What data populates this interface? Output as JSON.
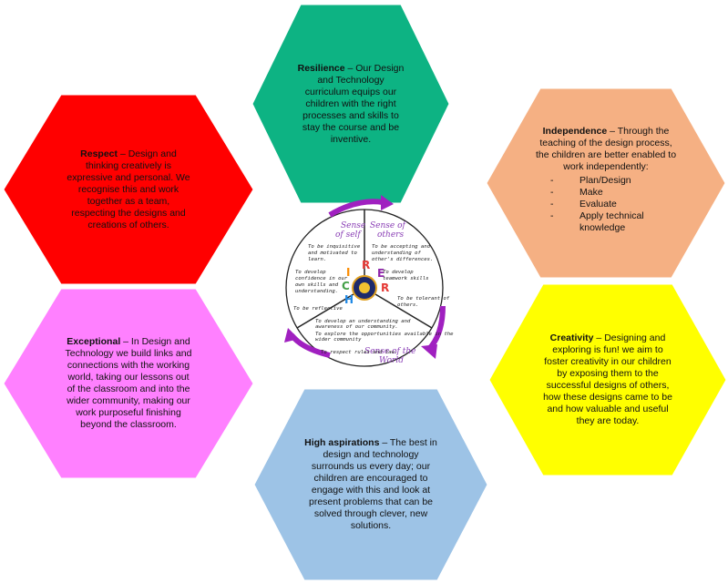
{
  "hexagons": {
    "resilience": {
      "title": "Resilience",
      "body": " – Our Design and Technology curriculum equips our children with the right processes and skills to stay the course and be inventive.",
      "color": "#0db383"
    },
    "respect": {
      "title": "Respect",
      "body": " – Design and thinking creatively is expressive and personal. We recognise this and work together as a team, respecting the designs and creations of others.",
      "color": "#ff0000"
    },
    "independence": {
      "title": "Independence",
      "body": " – Through the teaching of the design process, the children are better enabled to work independently:",
      "list": [
        "Plan/Design",
        "Make",
        "Evaluate",
        "Apply technical knowledge"
      ],
      "dash": "-",
      "color": "#f5b083"
    },
    "exceptional": {
      "title": "Exceptional",
      "body": " – In Design and Technology we build links and connections with the working world, taking our lessons out of the classroom and into the wider community, making our work purposeful finishing beyond the classroom.",
      "color": "#ff80ff"
    },
    "creativity": {
      "title": "Creativity",
      "body": " – Designing and exploring is fun! we aim to foster creativity in our children by exposing them to the successful designs of others, how these designs came to be and how valuable and useful they are today.",
      "color": "#ffff00"
    },
    "aspirations": {
      "title": "High aspirations",
      "body": " – The best in design and technology surrounds us every day; our children are encouraged to engage with this and look at present problems that can be solved through clever, new solutions.",
      "color": "#9dc3e6"
    }
  },
  "wheel": {
    "center_word": "RICHER",
    "center_letters": [
      "R",
      "I",
      "C",
      "H",
      "E",
      "R"
    ],
    "letter_colors": [
      "#e53935",
      "#fb8c00",
      "#43a047",
      "#1e88e5",
      "#8e24aa",
      "#e53935"
    ],
    "arrow_color": "#a020c0",
    "sections": {
      "self": {
        "title_line1": "Sense",
        "title_line2": "of self",
        "items": [
          "To be inquisitive",
          "and motivated to",
          "learn.",
          "",
          "To develop",
          "confidence in our",
          "own skills and",
          "understanding.",
          "",
          "To be reflective"
        ]
      },
      "others": {
        "title_line1": "Sense of",
        "title_line2": "others",
        "items": [
          "To be accepting and",
          "understanding of",
          "other's differences.",
          "",
          "To develop",
          "teamwork skills",
          "",
          "To be tolerant of",
          "others."
        ]
      },
      "world": {
        "title_line1": "Sense of the",
        "title_line2": "World",
        "items": [
          "To develop an understanding and",
          "awareness of our community.",
          "To explore the opportunities available in the",
          "wider community",
          "To respect rules and law."
        ]
      }
    }
  }
}
